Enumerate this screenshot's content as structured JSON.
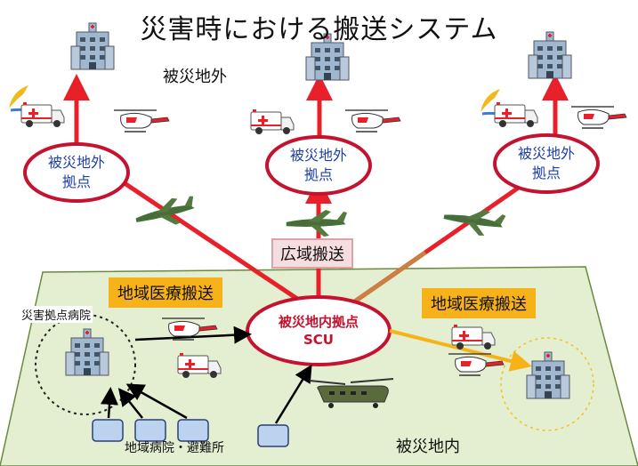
{
  "title": "災害時における搬送システム",
  "zones": {
    "outside": "被災地外",
    "inside": "被災地内"
  },
  "outside_bases": [
    {
      "line1": "被災地外",
      "line2": "拠点"
    },
    {
      "line1": "被災地外",
      "line2": "拠点"
    },
    {
      "line1": "被災地外",
      "line2": "拠点"
    }
  ],
  "scu": {
    "line1": "被災地内拠点",
    "line2": "SCU"
  },
  "wide_area_transport": "広域搬送",
  "regional_transport_left": "地域医療搬送",
  "regional_transport_right": "地域医療搬送",
  "disaster_base_hospital": "災害拠点病院",
  "local_hospitals": "地域病院・避難所",
  "colors": {
    "arrow_red": "#e8202a",
    "arrow_orange": "#f7b219",
    "ground": "#e4eed0",
    "ellipse_border": "#c4122f",
    "label_box_yellow": "#f7b219"
  },
  "icons": [
    "hospital-building-icon",
    "ambulance-icon",
    "helicopter-icon",
    "transport-aircraft-icon",
    "tandem-rotor-helicopter-icon",
    "shelter-icon"
  ]
}
